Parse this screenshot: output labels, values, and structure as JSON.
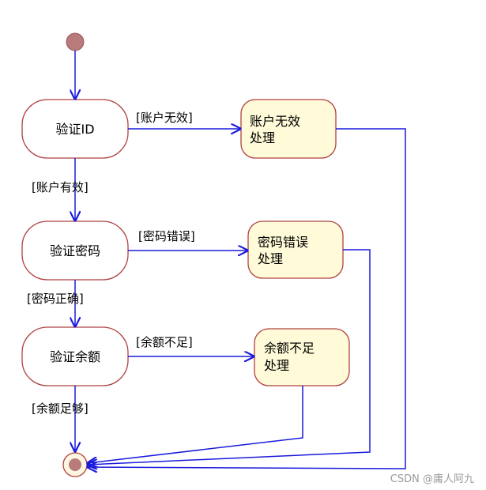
{
  "nodes": {
    "verify_id": "验证ID",
    "verify_password": "验证密码",
    "verify_balance": "验证余额",
    "invalid_account_line1": "账户无效",
    "invalid_account_line2": "处理",
    "wrong_password_line1": "密码错误",
    "wrong_password_line2": "处理",
    "insufficient_line1": "余额不足",
    "insufficient_line2": "处理"
  },
  "guards": {
    "account_invalid": "[账户无效]",
    "account_valid": "[账户有效]",
    "password_wrong": "[密码错误]",
    "password_correct": "[密码正确]",
    "balance_insufficient": "[余额不足]",
    "balance_sufficient": "[余额足够]"
  },
  "watermark": "CSDN @庸人阿九",
  "colors": {
    "arrow": "#1a1adc",
    "action_fill": "#ffffff",
    "action_border": "#b04040",
    "handler_fill": "#fffbd8",
    "handler_border": "#b04040",
    "start_fill": "#b87a7a",
    "end_ring": "#b04040"
  }
}
